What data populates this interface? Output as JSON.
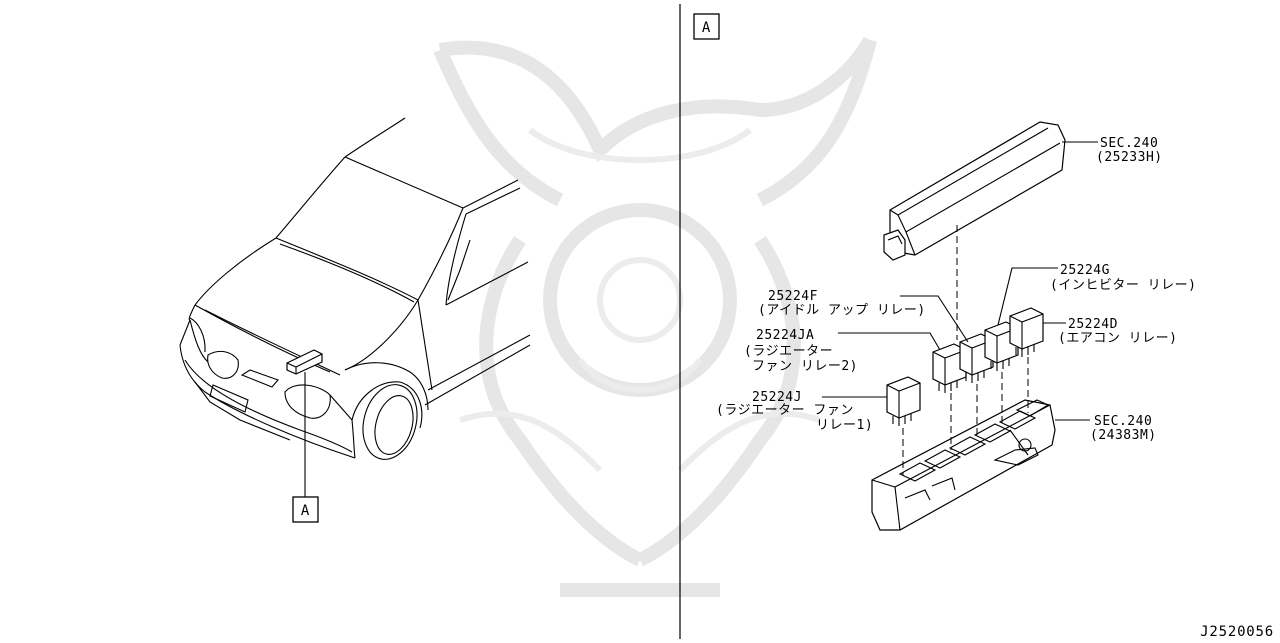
{
  "diagram": {
    "view_ref_left": "A",
    "view_ref_right": "A",
    "drawing_code": "J2520056"
  },
  "callouts": [
    {
      "id": "sec240-cover",
      "part": "SEC.240",
      "sub": "(25233H)"
    },
    {
      "id": "25224g",
      "part": "25224G",
      "sub": "(インヒビター リレー)"
    },
    {
      "id": "25224f",
      "part": "25224F",
      "sub": "(アイドル アップ リレー)"
    },
    {
      "id": "25224d",
      "part": "25224D",
      "sub": "(エアコン  リレー)"
    },
    {
      "id": "25224ja",
      "part": "25224JA",
      "sub": "(ラジエーター",
      "sub2": "ファン リレー2)"
    },
    {
      "id": "25224j",
      "part": "25224J",
      "sub": "(ラジエーター ファン",
      "sub2": "リレー1)"
    },
    {
      "id": "sec240-box",
      "part": "SEC.240",
      "sub": "(24383M)"
    }
  ]
}
